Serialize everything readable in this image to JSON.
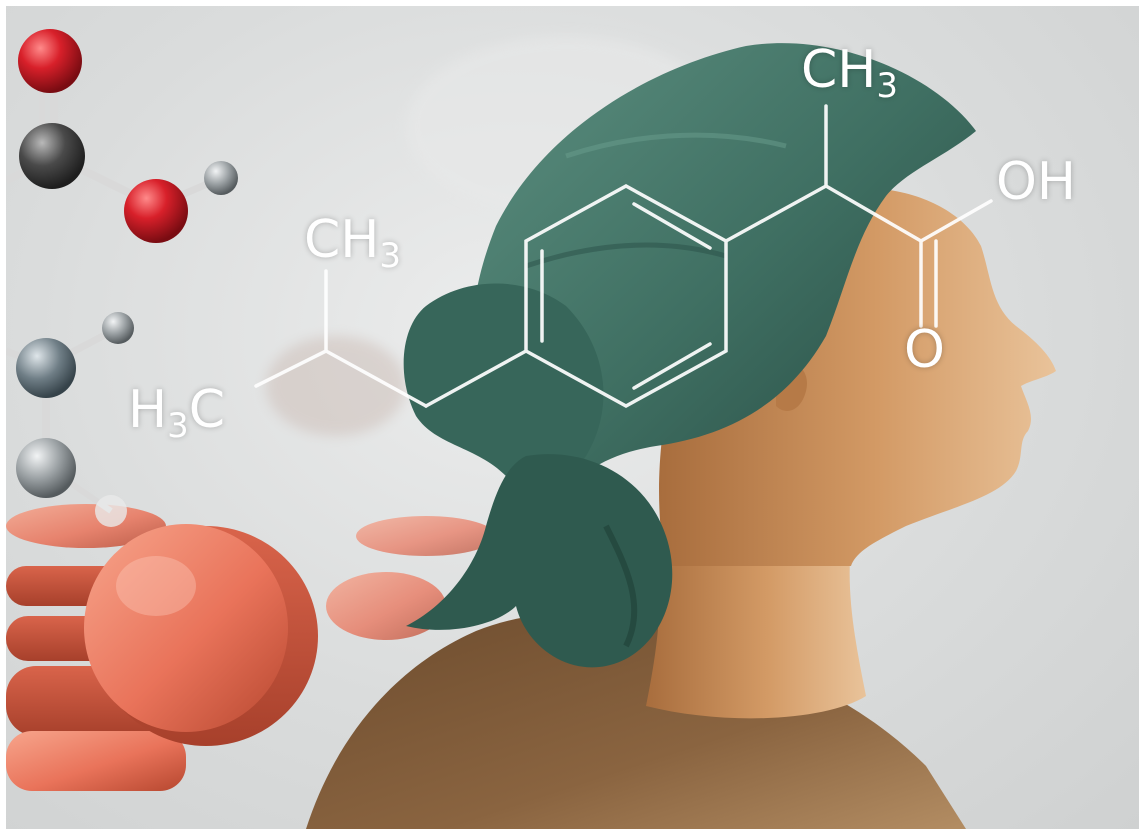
{
  "molecule": {
    "label_ch3_top": {
      "main": "CH",
      "sub": "3"
    },
    "label_ch3_left": {
      "main": "CH",
      "sub": "3"
    },
    "label_h3c": {
      "pre": "H",
      "sub": "3",
      "post": "C"
    },
    "label_oh": "OH",
    "label_o": "O"
  },
  "colors": {
    "oxygen_atom": "#d8202a",
    "carbon_atom": "#4a4a4a",
    "hydrogen_atom": "#9aa0a3",
    "tablets": "#e9735a",
    "headscarf": "#3f6f62",
    "skin": "#c98a55",
    "sweater": "#8a6440",
    "formula_lines": "#ffffff"
  }
}
